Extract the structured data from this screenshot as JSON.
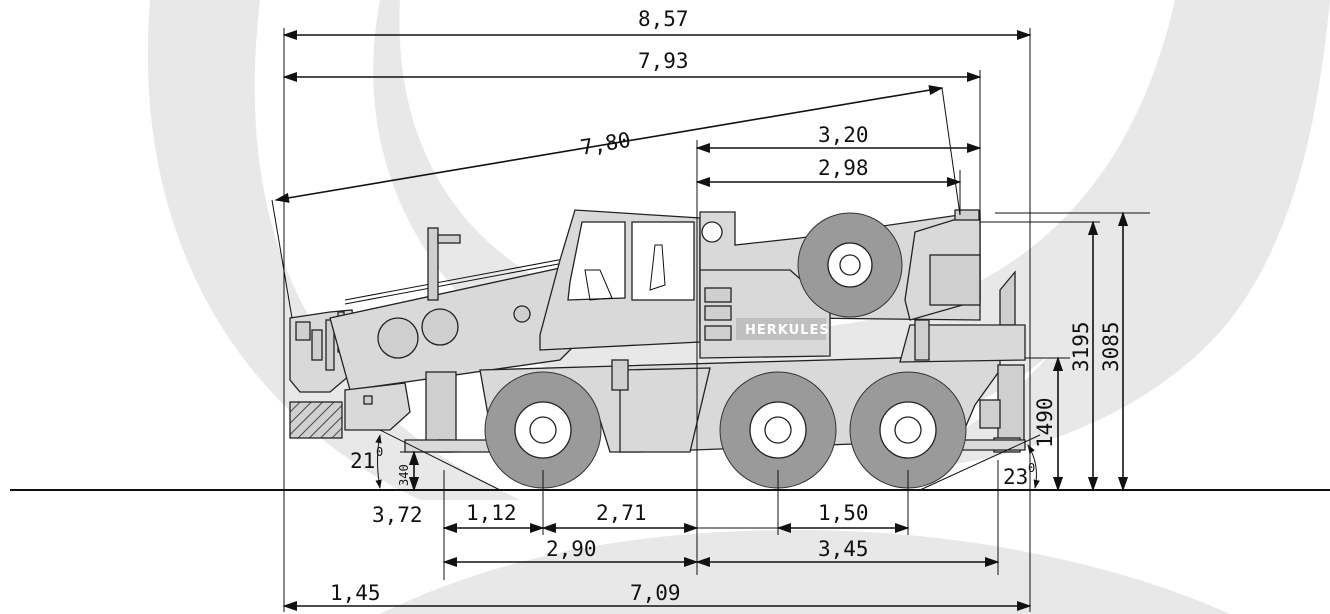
{
  "brand": {
    "logo_text": "HERKULES",
    "background_color": "#e8e8e8",
    "body_color": "#d9d9d9",
    "tire_color": "#9a9a9a"
  },
  "dimensions": {
    "overall_length": "8,57",
    "length_to_cab_front": "7,93",
    "boom_length": "7,80",
    "front_overhang_upper": "3,20",
    "front_overhang_lower": "2,98",
    "height_total": "3195",
    "height_cab": "3085",
    "height_deck": "1490",
    "ground_clearance": "340",
    "approach_angle": "21",
    "departure_angle": "23",
    "angle_degree_mark": "0",
    "rear_overhang": "3,72",
    "rear_to_axle1": "1,12",
    "axle1_to_center": "2,71",
    "axle2_to_axle3": "1,50",
    "outrigger_rear": "2,90",
    "outrigger_front": "3,45",
    "bottom_left": "1,45",
    "bottom_total": "7,09"
  }
}
